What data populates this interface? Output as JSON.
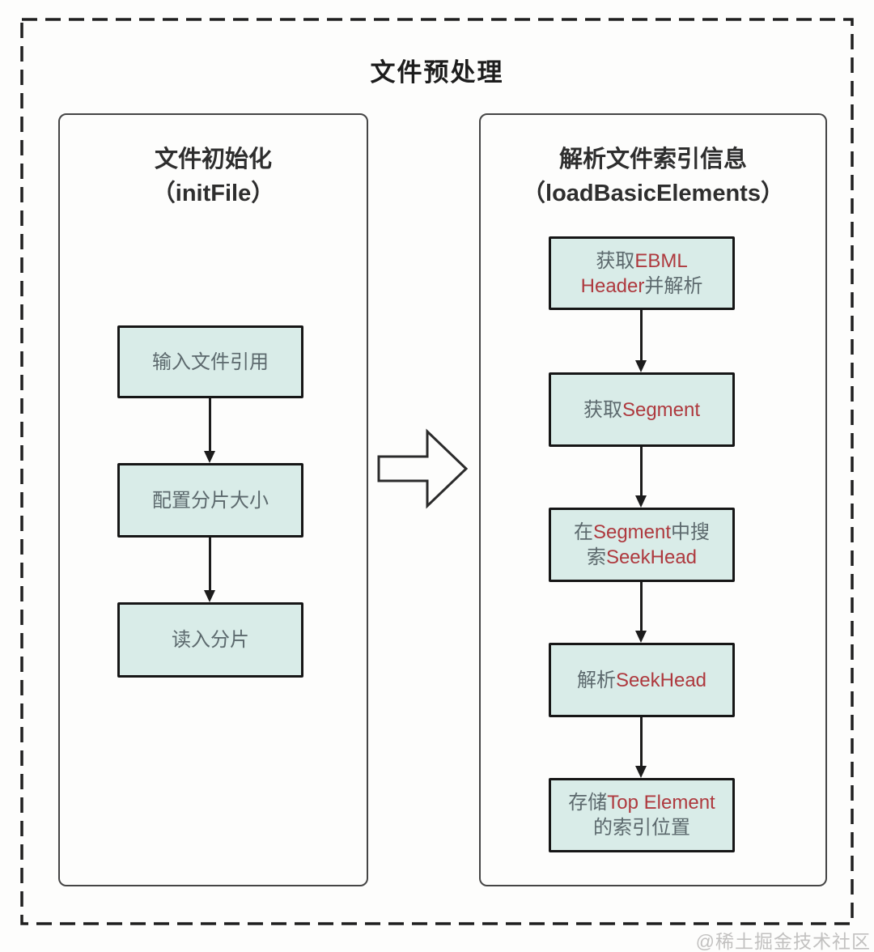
{
  "title": "文件预处理",
  "colors": {
    "box_fill": "#d9ece8",
    "box_border": "#161616",
    "text_dark": "#5c696d",
    "text_red": "#ae393e",
    "panel_border": "#454545",
    "outer_dashed_border": "#1f1f1f",
    "title_color": "#1d1d1d",
    "watermark_color": "#c2c1c0"
  },
  "icons": {
    "big_arrow": "hollow-right-arrow",
    "connector": "down-arrow"
  },
  "left_panel": {
    "title": "文件初始化",
    "subtitle": "（initFile）",
    "boxes": [
      {
        "lines": [
          [
            {
              "text": "输入文件引用",
              "color": "dark"
            }
          ]
        ]
      },
      {
        "lines": [
          [
            {
              "text": "配置分片大小",
              "color": "dark"
            }
          ]
        ]
      },
      {
        "lines": [
          [
            {
              "text": "读入分片",
              "color": "dark"
            }
          ]
        ]
      }
    ]
  },
  "right_panel": {
    "title": "解析文件索引信息",
    "subtitle": "（loadBasicElements）",
    "boxes": [
      {
        "lines": [
          [
            {
              "text": "获取",
              "color": "dark"
            },
            {
              "text": "EBML",
              "color": "red"
            }
          ],
          [
            {
              "text": "Header",
              "color": "red"
            },
            {
              "text": "并解析",
              "color": "dark"
            }
          ]
        ]
      },
      {
        "lines": [
          [
            {
              "text": "获取",
              "color": "dark"
            },
            {
              "text": "Segment",
              "color": "red"
            }
          ]
        ]
      },
      {
        "lines": [
          [
            {
              "text": "在",
              "color": "dark"
            },
            {
              "text": "Segment",
              "color": "red"
            },
            {
              "text": "中搜",
              "color": "dark"
            }
          ],
          [
            {
              "text": "索",
              "color": "dark"
            },
            {
              "text": "SeekHead",
              "color": "red"
            }
          ]
        ]
      },
      {
        "lines": [
          [
            {
              "text": "解析",
              "color": "dark"
            },
            {
              "text": "SeekHead",
              "color": "red"
            }
          ]
        ]
      },
      {
        "lines": [
          [
            {
              "text": "存储",
              "color": "dark"
            },
            {
              "text": "Top Element",
              "color": "red"
            }
          ],
          [
            {
              "text": "的索引位置",
              "color": "dark"
            }
          ]
        ]
      }
    ]
  },
  "watermark": "@稀土掘金技术社区"
}
